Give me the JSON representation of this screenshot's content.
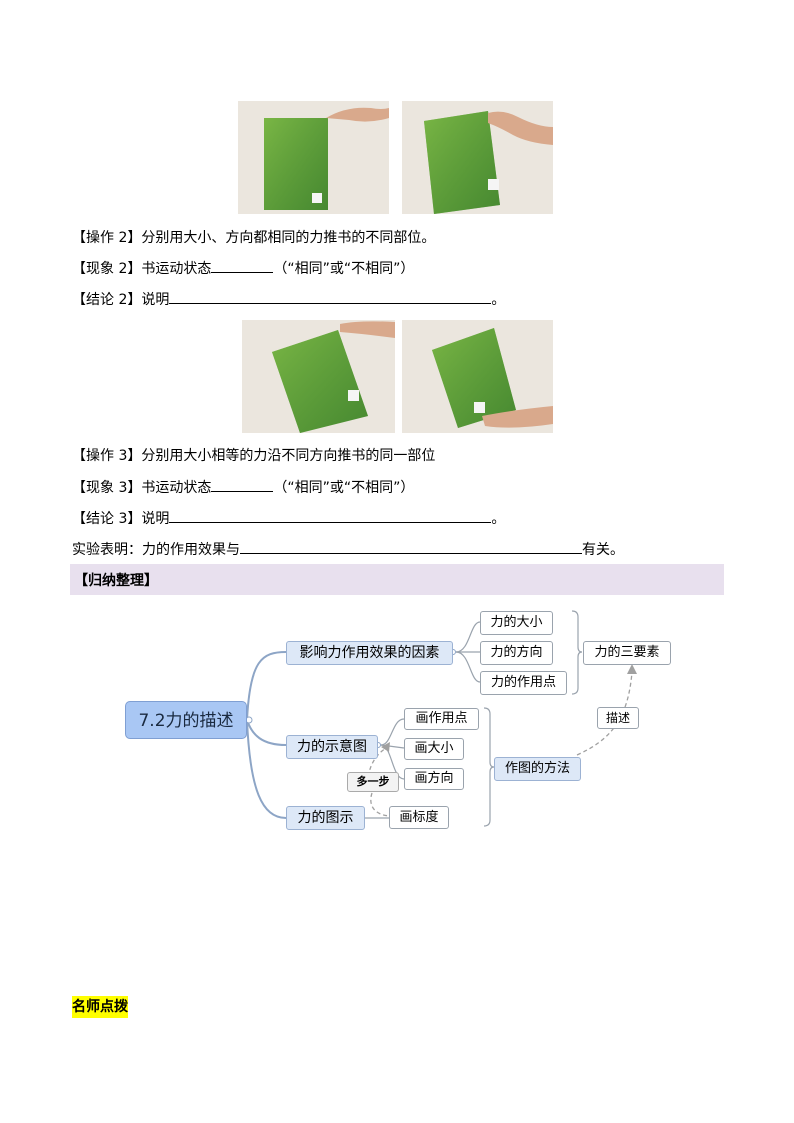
{
  "section2": {
    "operation": "【操作 2】分别用大小、方向都相同的力推书的不同部位。",
    "phenomenon_prefix": "【现象 2】书运动状态",
    "phenomenon_suffix": "（“相同”或“不相同”）",
    "conclusion_prefix": "【结论 2】说明",
    "conclusion_suffix": "。"
  },
  "section3": {
    "operation": "【操作 3】分别用大小相等的力沿不同方向推书的同一部位",
    "phenomenon_prefix": "【现象 3】书运动状态",
    "phenomenon_suffix": "（“相同”或“不相同”）",
    "conclusion_prefix": "【结论 3】说明",
    "conclusion_suffix": "。"
  },
  "experiment": {
    "prefix": "实验表明：力的作用效果与",
    "suffix": "有关。"
  },
  "summary_heading": "【归纳整理】",
  "mindmap": {
    "root": "7.2力的描述",
    "branch1": "影响力作用效果的因素",
    "branch1_items": [
      "力的大小",
      "力的方向",
      "力的作用点"
    ],
    "three_elements": "力的三要素",
    "describe": "描述",
    "branch2": "力的示意图",
    "branch2_items": [
      "画作用点",
      "画大小",
      "画方向"
    ],
    "drawing_method": "作图的方法",
    "one_more_step": "多一步",
    "branch3": "力的图示",
    "branch3_item": "画标度"
  },
  "teacher_tip": "名师点拨",
  "colors": {
    "root_fill": "#a9c7f4",
    "branch_fill": "#dde8f7",
    "band_fill": "#e8e0ee",
    "highlight": "#ffff00",
    "book_green": "#5ca03a"
  }
}
